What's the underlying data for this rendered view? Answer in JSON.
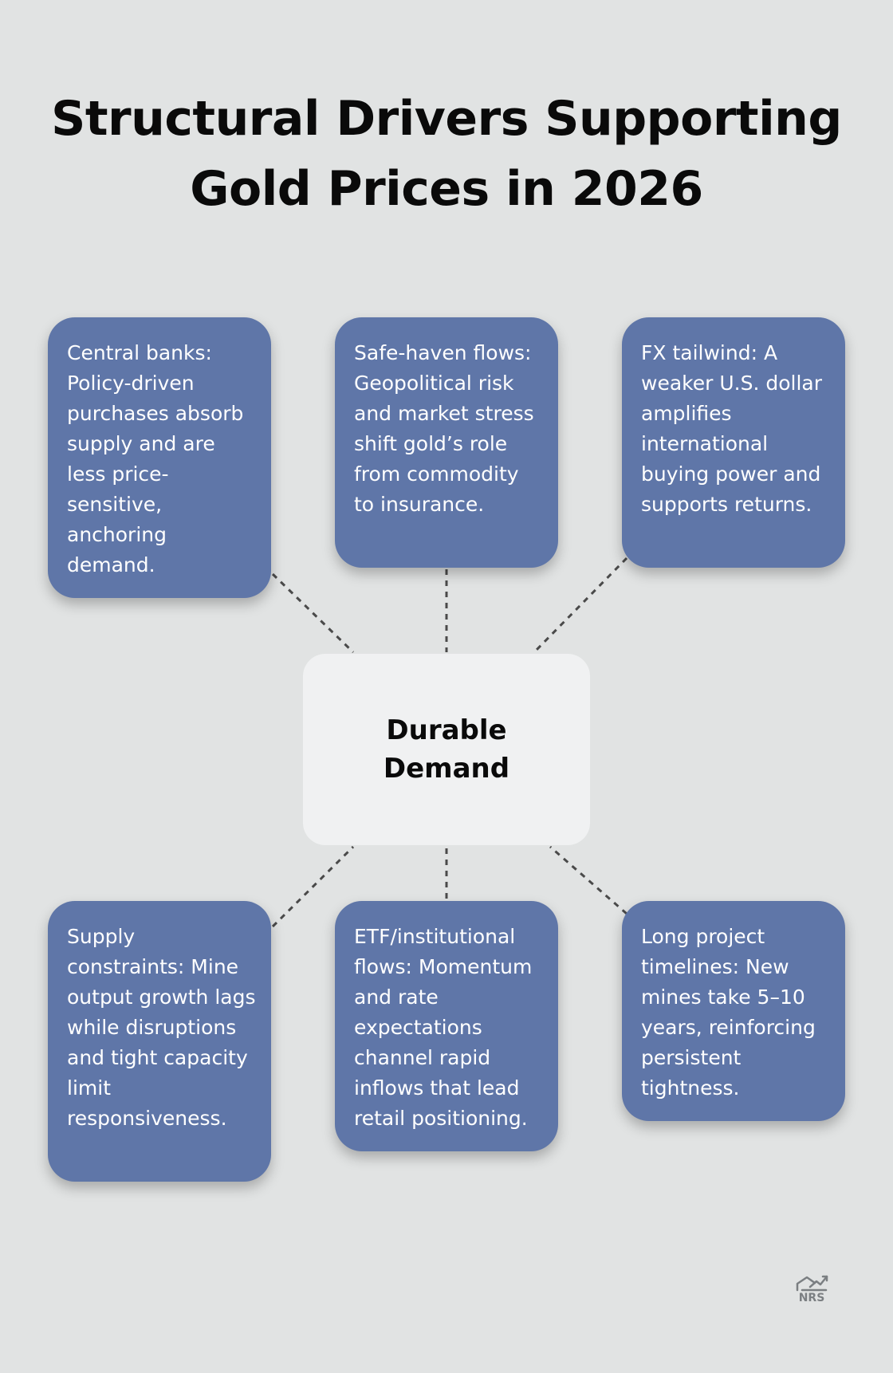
{
  "title": {
    "line1": "Structural Drivers Supporting",
    "line2": "Gold Prices in 2026"
  },
  "center": {
    "label": "Durable Demand"
  },
  "drivers": [
    {
      "text": "Central banks: Policy-driven purchases absorb supply and are less price-sensitive, anchoring demand."
    },
    {
      "text": "Safe-haven flows: Geopolitical risk and market stress shift gold’s role from commodity to insurance."
    },
    {
      "text": "FX tailwind: A weaker U.S. dollar amplifies international buying power and supports returns."
    },
    {
      "text": "Supply constraints: Mine output growth lags while disruptions and tight capacity limit responsiveness."
    },
    {
      "text": "ETF/institutional flows: Momentum and rate expectations channel rapid inflows that lead retail positioning."
    },
    {
      "text": "Long project timelines: New mines take 5–10 years, reinforcing persistent tightness."
    }
  ],
  "logo": {
    "text": "NRS",
    "icon": "house-chart-logo-icon"
  },
  "colors": {
    "background": "#e1e3e3",
    "box": "#5f76a8",
    "center": "#f0f1f2",
    "connector": "#4a4a4a"
  }
}
